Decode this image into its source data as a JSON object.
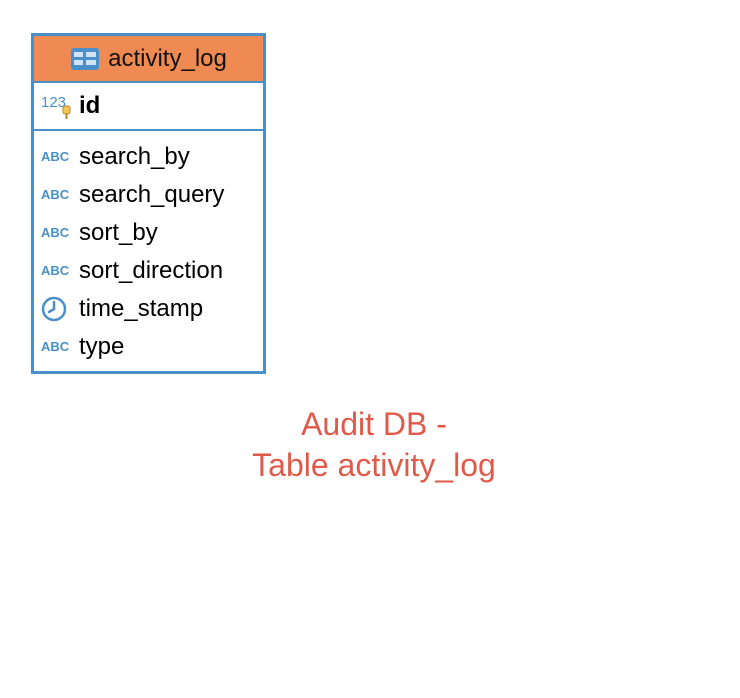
{
  "entity": {
    "title": "activity_log",
    "header_icon": "table-icon",
    "primary_key": {
      "name": "id",
      "icon": "numeric-key-icon"
    },
    "columns": [
      {
        "name": "search_by",
        "icon": "text-type-icon"
      },
      {
        "name": "search_query",
        "icon": "text-type-icon"
      },
      {
        "name": "sort_by",
        "icon": "text-type-icon"
      },
      {
        "name": "sort_direction",
        "icon": "text-type-icon"
      },
      {
        "name": "time_stamp",
        "icon": "clock-icon"
      },
      {
        "name": "type",
        "icon": "text-type-icon"
      }
    ]
  },
  "caption": {
    "line1": "Audit DB -",
    "line2": "Table activity_log"
  },
  "colors": {
    "header": "#f08a53",
    "border": "#4a90c8",
    "icon": "#4a90c8",
    "caption": "#e05a4a"
  }
}
